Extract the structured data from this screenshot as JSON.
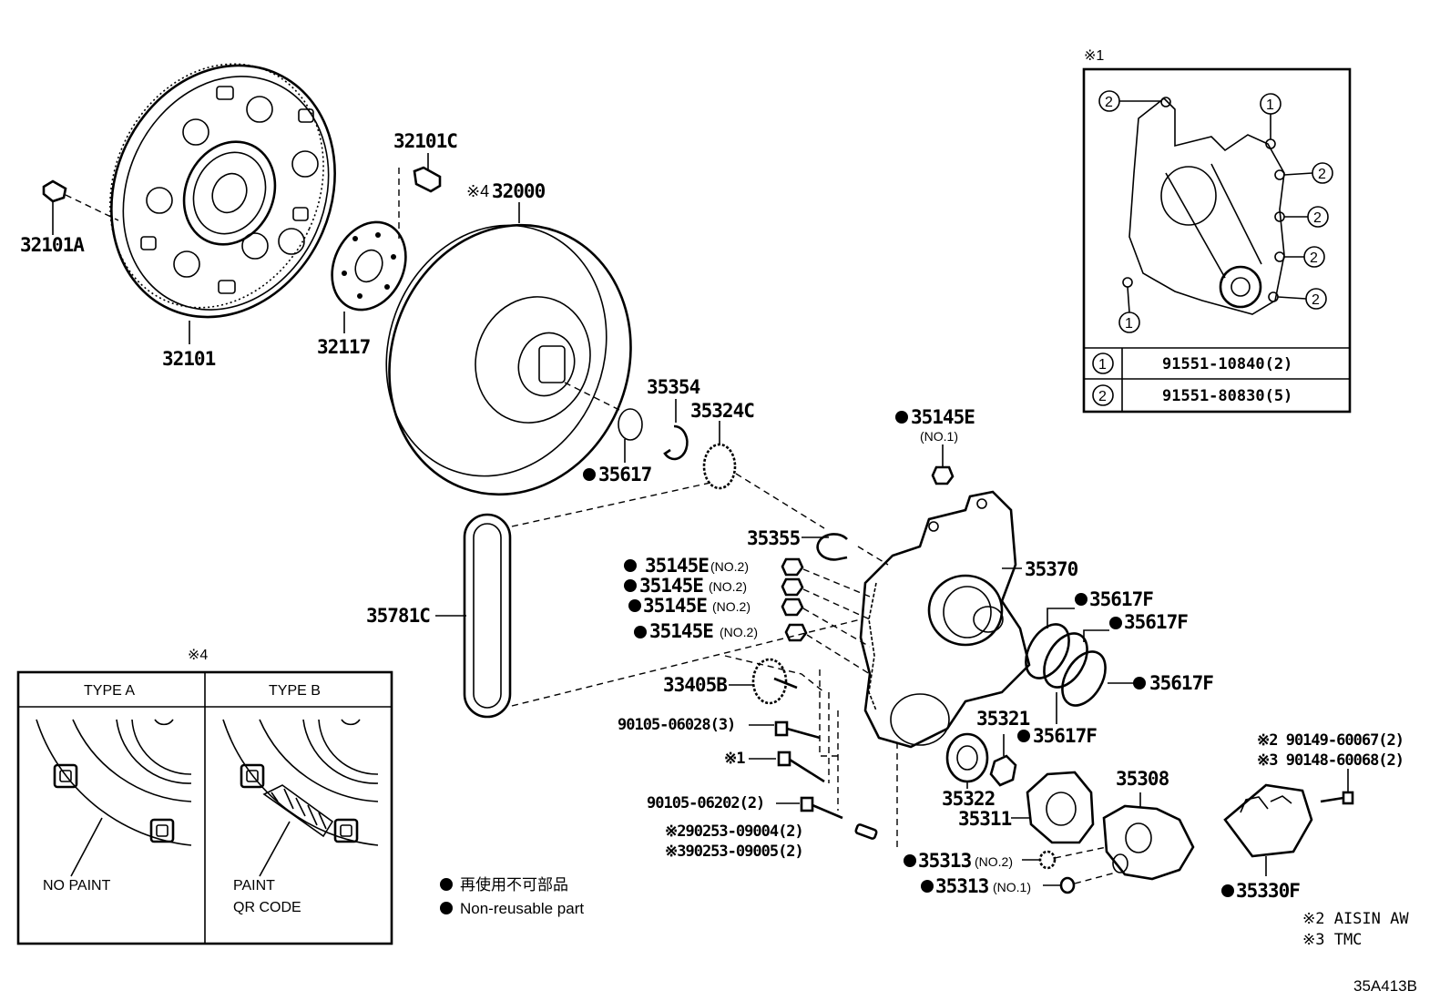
{
  "diagram_id": "35A413B",
  "parts": {
    "p32101A": "32101A",
    "p32101": "32101",
    "p32101C": "32101C",
    "p32117": "32117",
    "p32000": "32000",
    "p32000_mark": "※4",
    "p35354": "35354",
    "p35324C": "35324C",
    "p35617": "35617",
    "p35145E_no1": "35145E",
    "no1": "(NO.1)",
    "p35355": "35355",
    "p35370": "35370",
    "p35145E_a": "35145E",
    "p35145E_b": "35145E",
    "p35145E_c": "35145E",
    "p35145E_d": "35145E",
    "no2": "(NO.2)",
    "p35781C": "35781C",
    "p35617F_1": "35617F",
    "p35617F_2": "35617F",
    "p35617F_3": "35617F",
    "p35617F_4": "35617F",
    "p33405B": "33405B",
    "p90105_06028": "90105-06028(3)",
    "bolt_ref": "※1",
    "p35321": "35321",
    "p35322": "35322",
    "p35311": "35311",
    "p35308": "35308",
    "p90105_06202": "90105-06202(2)",
    "p90253_09004": "※290253-09004(2)",
    "p90253_09005": "※390253-09005(2)",
    "p35313_no2": "35313",
    "p35313_no1": "35313",
    "no2b": "(NO.2)",
    "no1b": "(NO.1)",
    "p90149": "※2 90149-60067(2)",
    "p90148": "※3 90148-60068(2)",
    "p35330F": "35330F"
  },
  "inset1": {
    "title": "※1",
    "callout1": "1",
    "callout2": "2",
    "rows": [
      {
        "ref": "1",
        "part": "91551-10840(2)"
      },
      {
        "ref": "2",
        "part": "91551-80830(5)"
      }
    ]
  },
  "inset4": {
    "title": "※4",
    "type_a": "TYPE A",
    "type_b": "TYPE B",
    "no_paint": "NO PAINT",
    "paint": "PAINT",
    "qr_code": "QR CODE"
  },
  "legend": {
    "jp": "再使用不可部品",
    "en": "Non-reusable part"
  },
  "notes": {
    "n2": "※2 AISIN AW",
    "n3": "※3 TMC"
  }
}
